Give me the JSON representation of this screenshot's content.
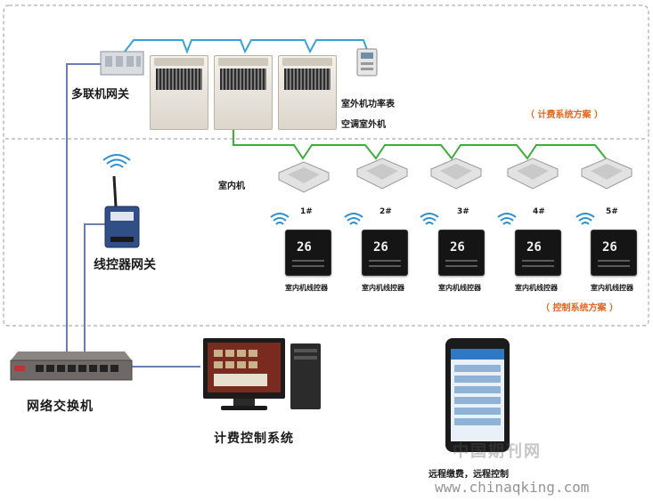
{
  "labels": {
    "gateway_multi": "多联机网关",
    "outdoor_meter": "室外机功率表",
    "outdoor_unit": "空调室外机",
    "billing_scheme": "（ 计费系统方案 ）",
    "indoor_unit": "室内机",
    "controller_gateway": "线控器网关",
    "control_scheme": "（ 控制系统方案 ）",
    "switch": "网络交换机",
    "billing_system": "计费控制系统",
    "remote": "远程缴费，远程控制",
    "watermark_cn": "中国期刊网",
    "watermark_url": "www.chinaqking.com"
  },
  "unit_numbers": [
    "1#",
    "2#",
    "3#",
    "4#",
    "5#"
  ],
  "thermostat_label": "室内机线控器",
  "thermostat_display": "26",
  "colors": {
    "orange": "#e8641c",
    "blue_line": "#3aa0d8",
    "green_line": "#3cae3a",
    "gray_line": "#6a7fb0",
    "dash": "#9a9a9a"
  }
}
